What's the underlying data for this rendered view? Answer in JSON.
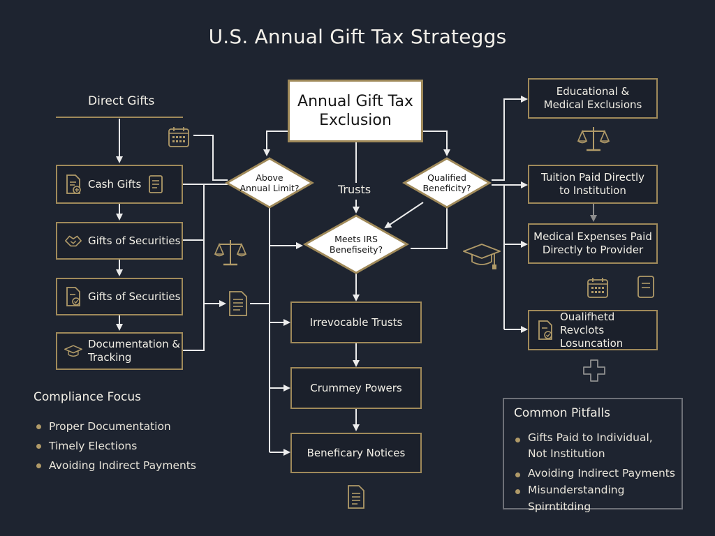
{
  "title": "U.S. Annual Gift Tax Strateggs",
  "center": {
    "main_box": "Annual Gift Tax\nExclusion",
    "trusts_label": "Trusts",
    "diamond_above": "Above\nAnnual Limit?",
    "diamond_qualified": "Qualified\nBeneficity?",
    "diamond_meets": "Meets IRS\nBenefiseity?",
    "irrevocable": "Irrevocable Trusts",
    "crummey": "Crummey Powers",
    "notices": "Beneficary Notices"
  },
  "left": {
    "heading": "Direct Gifts",
    "items": [
      "Cash Gifts",
      "Gifts of Securities",
      "Gifts of Securities",
      "Documentation &\nTracking"
    ]
  },
  "right": {
    "items": [
      "Educational &\nMedical Exclusions",
      "Tuition Paid Directly\nto Institution",
      "Medical Expenses Paid\nDirectly to Provider",
      "Oualifhetd Revclots\nLosuncation"
    ]
  },
  "compliance": {
    "heading": "Compliance Focus",
    "items": [
      "Proper Documentation",
      "Timely Elections",
      "Avoiding Indirect Payments"
    ]
  },
  "pitfalls": {
    "heading": "Common Pitfalls",
    "items": [
      "Gifts Paid to Individual,\nNot Institution",
      "Avoiding Indirect Payments",
      "Misunderstanding Spirntitding"
    ]
  },
  "colors": {
    "background": "#1e2430",
    "accent": "#a08a5a",
    "line": "#e8e8e8"
  },
  "icons": [
    "calendar-icon",
    "document-icon",
    "handshake-icon",
    "scales-icon",
    "graduation-cap-icon",
    "medical-cross-icon"
  ]
}
